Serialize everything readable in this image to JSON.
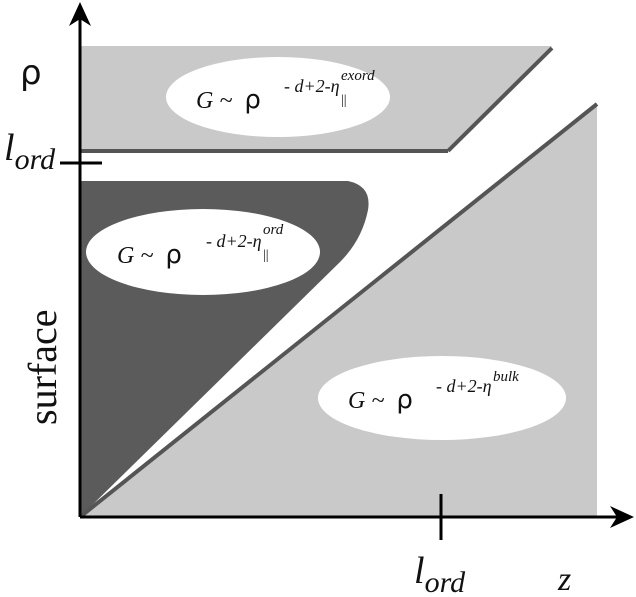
{
  "colors": {
    "light_region": "#c9c9c9",
    "dark_region": "#5b5b5b",
    "edge_line": "#555555",
    "axis": "#000000",
    "ellipse_fill": "#ffffff"
  },
  "axes": {
    "y_symbol": "ρ",
    "x_symbol": "z",
    "y_tick_label": "l",
    "y_tick_subscript": "ord",
    "x_tick_label": "l",
    "x_tick_subscript": "ord",
    "surface_label": "surface"
  },
  "regions": {
    "exord": {
      "prefix": "G ~",
      "rho": "ρ",
      "exponent": "- d+2-η",
      "sub": "||",
      "sup": "exord"
    },
    "ord": {
      "prefix": "G ~",
      "rho": "ρ",
      "exponent": "- d+2-η",
      "sub": "||",
      "sup": "ord"
    },
    "bulk": {
      "prefix": "G ~",
      "rho": "ρ",
      "exponent": "- d+2-η",
      "sup": "bulk"
    }
  }
}
